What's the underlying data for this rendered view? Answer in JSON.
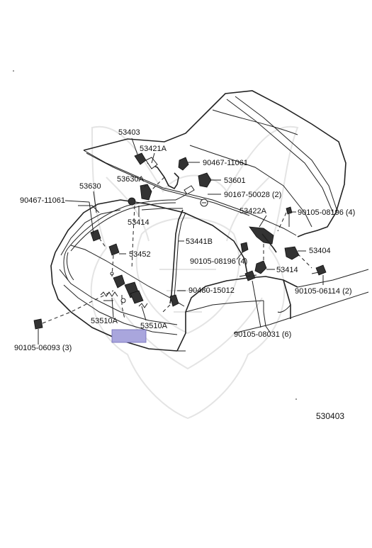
{
  "diagram": {
    "figure_code": "530403",
    "highlight_color": "#a9a6dd",
    "line_color": "#222222",
    "watermark": "crest-watermark",
    "labels": {
      "p53403": "53403",
      "p53421A": "53421A",
      "p90467_11061_top": "90467-11061",
      "p53601": "53601",
      "p53630A": "53630A",
      "p53630": "53630",
      "p90167_50028": "90167-50028 (2)",
      "p90467_11061_left": "90467-11061",
      "p53422A": "53422A",
      "p90105_08196_right": "90105-08196 (4)",
      "p53414_top": "53414",
      "p53441B": "53441B",
      "p53404": "53404",
      "p53452": "53452",
      "p53414_right": "53414",
      "p90105_08196_mid": "90105-08196 (4)",
      "p90105_06114": "90105-06114 (2)",
      "p90480_15012": "90480-15012",
      "p53510A_left": "53510A",
      "p53510A_right": "53510A",
      "p90105_08031": "90105-08031 (6)",
      "p90105_06093": "90105-06093 (3)"
    }
  }
}
